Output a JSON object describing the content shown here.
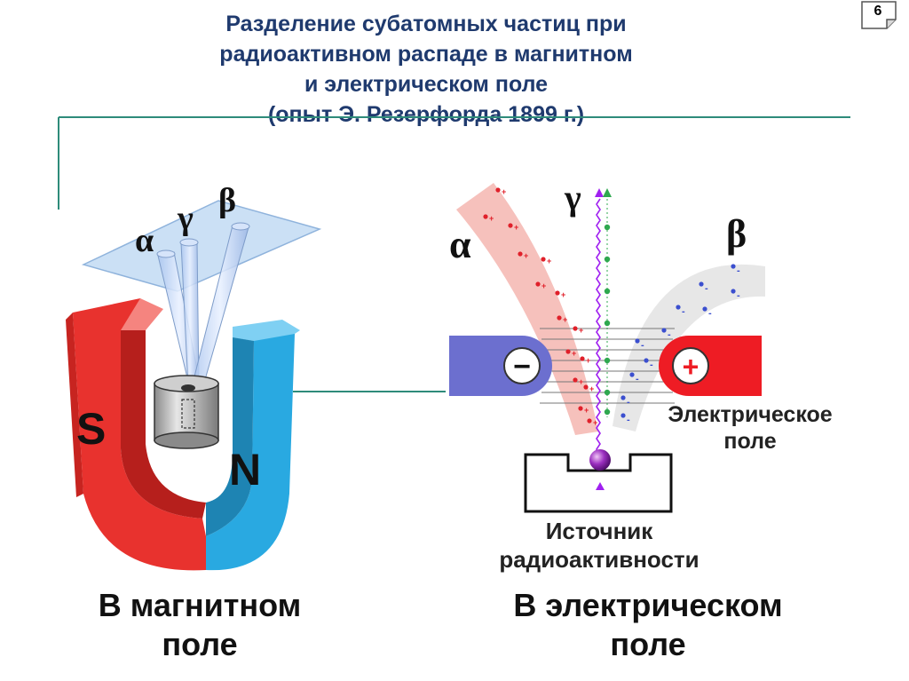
{
  "slide": {
    "title_lines": [
      "Разделение субатомных частиц при",
      "радиоактивном распаде в магнитном",
      "и электрическом поле",
      "(опыт Э. Резерфорда 1899 г.)"
    ],
    "page_number": "6"
  },
  "magnet": {
    "alpha": "α",
    "gamma": "γ",
    "beta": "β",
    "south": "S",
    "north": "N",
    "caption_line1": "В магнитном",
    "caption_line2": "поле"
  },
  "electric": {
    "alpha": "α",
    "gamma": "γ",
    "beta": "β",
    "minus": "−",
    "plus": "+",
    "field_line1": "Электрическое",
    "field_line2": "поле",
    "source_line1": "Источник",
    "source_line2": "радиоактивности",
    "caption_line1": "В электрическом",
    "caption_line2": "поле"
  },
  "colors": {
    "title": "#1f3a6e",
    "frame_line": "#2e8b7a",
    "magnet_red": "#e8322e",
    "magnet_blue": "#29a9e1",
    "alpha_band": "#f4b6b0",
    "beta_band": "#e4e4e4",
    "neg_plate": "#6c6fcf",
    "pos_plate": "#ee1c24",
    "gamma_line": "#a020f0",
    "gamma_dots": "#2fa84f"
  }
}
